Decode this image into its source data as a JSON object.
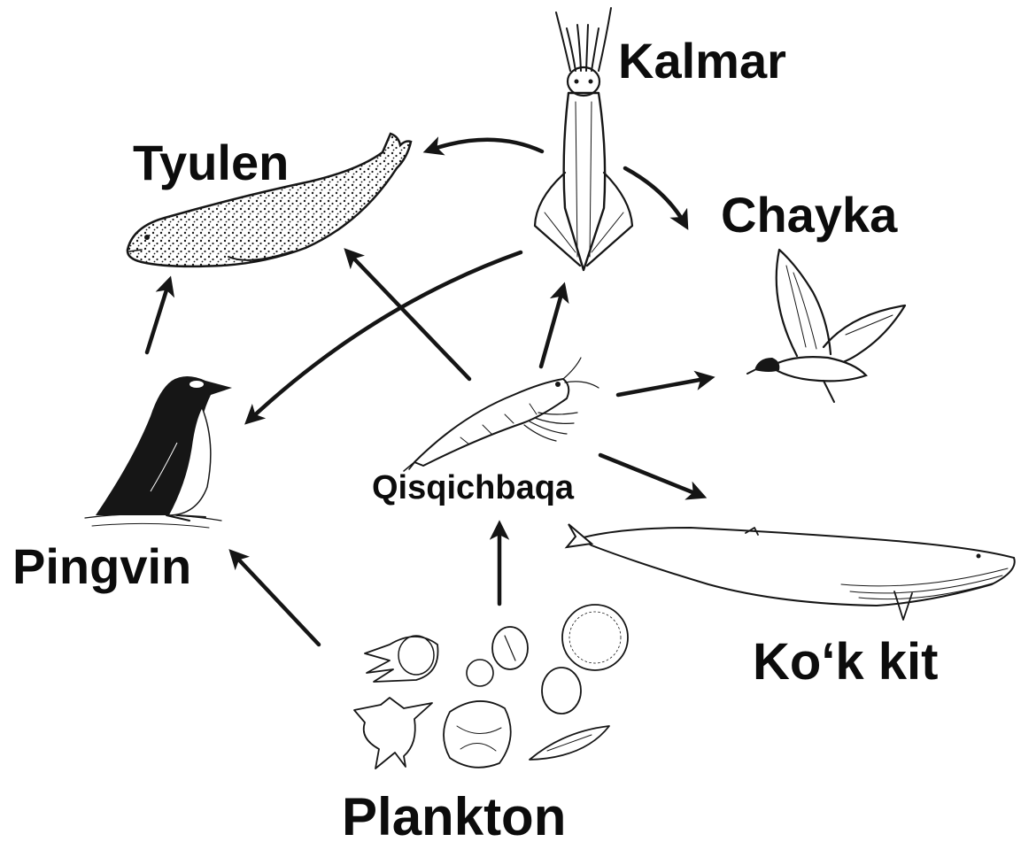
{
  "diagram": {
    "type": "food-web",
    "colors": {
      "ink": "#0c0c0c",
      "background": "#ffffff"
    },
    "nodes": [
      {
        "id": "kalmar",
        "label": "Kalmar",
        "icon": "squid-icon"
      },
      {
        "id": "tyulen",
        "label": "Tyulen",
        "icon": "seal-icon"
      },
      {
        "id": "chayka",
        "label": "Chayka",
        "icon": "seagull-icon"
      },
      {
        "id": "pingvin",
        "label": "Pingvin",
        "icon": "penguin-icon"
      },
      {
        "id": "qisqichbaqa",
        "label": "Qisqichbaqa",
        "icon": "krill-icon"
      },
      {
        "id": "kok_kit",
        "label": "Ko‘k kit",
        "icon": "blue-whale-icon"
      },
      {
        "id": "plankton",
        "label": "Plankton",
        "icon": "plankton-icon"
      }
    ],
    "edges": [
      {
        "from": "kalmar",
        "to": "tyulen"
      },
      {
        "from": "kalmar",
        "to": "chayka"
      },
      {
        "from": "kalmar",
        "to": "pingvin"
      },
      {
        "from": "pingvin",
        "to": "tyulen"
      },
      {
        "from": "qisqichbaqa",
        "to": "tyulen"
      },
      {
        "from": "qisqichbaqa",
        "to": "kalmar"
      },
      {
        "from": "qisqichbaqa",
        "to": "chayka"
      },
      {
        "from": "qisqichbaqa",
        "to": "kok_kit"
      },
      {
        "from": "plankton",
        "to": "qisqichbaqa"
      },
      {
        "from": "plankton",
        "to": "pingvin"
      }
    ]
  }
}
